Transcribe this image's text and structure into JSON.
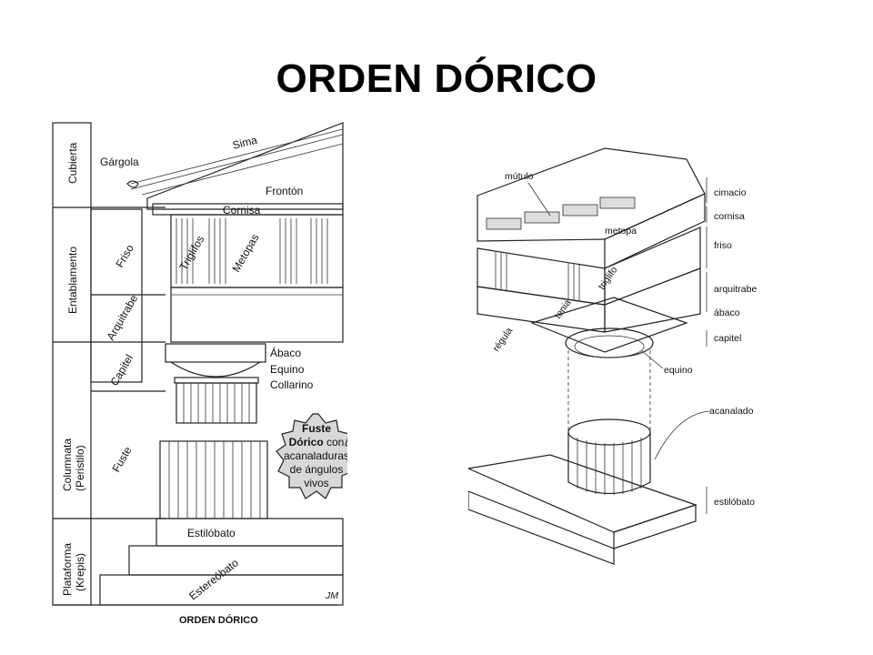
{
  "slide": {
    "title": "ORDEN DÓRICO"
  },
  "left_figure": {
    "caption": "ORDEN DÓRICO",
    "sections": {
      "cubierta": "Cubierta",
      "entablamento": "Entablamento",
      "columnata": "Columnata",
      "peristilo": "(Peristilo)",
      "plataforma": "Plataforma",
      "krepis": "(Krepis)"
    },
    "subsections": {
      "friso": "Friso",
      "arquitrabe": "Arquitrabe",
      "capitel": "Capitel",
      "fuste": "Fuste"
    },
    "parts": {
      "sima": "Sima",
      "gargola": "Gárgola",
      "fronton": "Frontón",
      "cornisa": "Cornisa",
      "triglifos": "Triglifos",
      "metopas": "Metopas",
      "abaco": "Ábaco",
      "equino": "Equino",
      "collarino": "Collarino",
      "estilobato": "Estilóbato",
      "estereobato": "Estereóbato"
    },
    "callout": {
      "line1": "Fuste",
      "line2a": "Dórico",
      "line2b": " con",
      "line3": "acanaladuras",
      "line4": "de ángulos",
      "line5": "vivos"
    },
    "signature": "JM"
  },
  "right_figure": {
    "labels": {
      "mutulo": "mútulo",
      "metopa": "metopa",
      "triglifo": "triglifo",
      "tenia": "tenia",
      "regula": "régula",
      "equino": "equino",
      "acanalado": "acanalado"
    },
    "side_labels": {
      "cimacio": "cimacio",
      "cornisa": "cornisa",
      "friso": "friso",
      "arquitrabe": "arquitrabe",
      "abaco": "ábaco",
      "capitel": "capitel",
      "estilobato": "estilóbato"
    }
  }
}
